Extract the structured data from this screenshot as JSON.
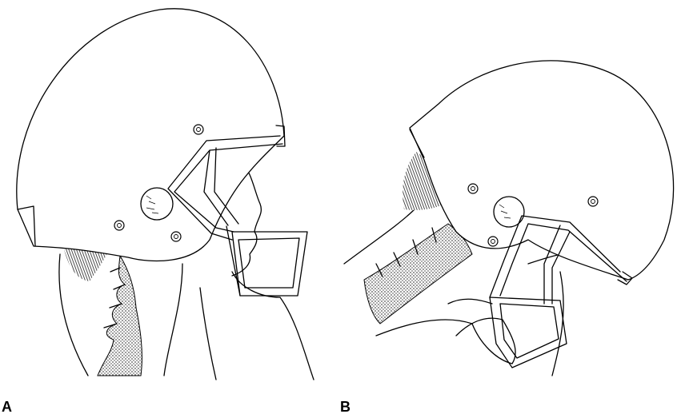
{
  "figure": {
    "panels": [
      {
        "id": "a",
        "label": "A"
      },
      {
        "id": "b",
        "label": "B"
      }
    ]
  },
  "colors": {
    "ink": "#000000",
    "paper": "#ffffff",
    "stipple": "#9a9a9a"
  }
}
